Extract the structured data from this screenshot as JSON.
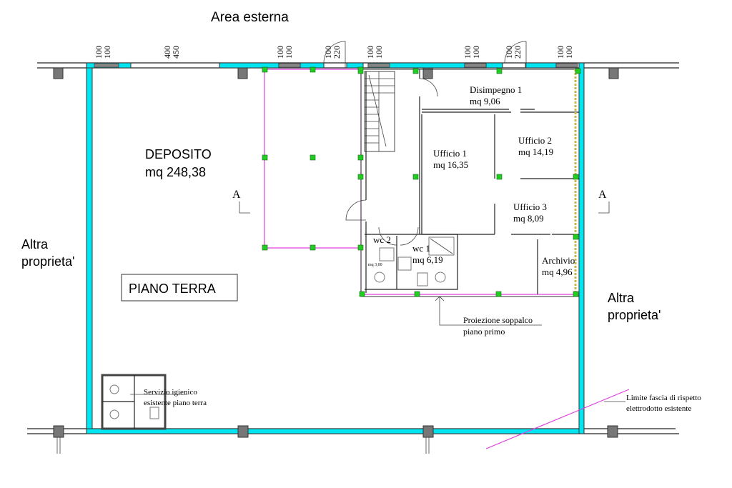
{
  "plan": {
    "top_label": "Area esterna",
    "left_neighbor": [
      "Altra",
      "proprieta'"
    ],
    "right_neighbor": [
      "Altra",
      "proprieta'"
    ],
    "floor_label": "PIANO TERRA",
    "section_marker": "A",
    "dimensions": [
      [
        "100",
        "100"
      ],
      [
        "400",
        "450"
      ],
      [
        "100",
        "100"
      ],
      [
        "100",
        "220"
      ],
      [
        "100",
        "100"
      ],
      [
        "100",
        "100"
      ],
      [
        "100",
        "220"
      ],
      [
        "100",
        "100"
      ]
    ],
    "rooms": {
      "deposito": {
        "name": "DEPOSITO",
        "area": "mq 248,38"
      },
      "disimpegno": {
        "name": "Disimpegno 1",
        "area": "mq 9,06"
      },
      "ufficio1": {
        "name": "Ufficio 1",
        "area": "mq 16,35"
      },
      "ufficio2": {
        "name": "Ufficio 2",
        "area": "mq 14,19"
      },
      "ufficio3": {
        "name": "Ufficio 3",
        "area": "mq 8,09"
      },
      "wc2": {
        "name": "wc 2",
        "area": "mq 3,00"
      },
      "wc1": {
        "name": "wc 1",
        "area": "mq 6,19"
      },
      "archivio": {
        "name": "Archivio",
        "area": "mq 4,96"
      }
    },
    "notes": {
      "soppalco": [
        "Proiezione soppalco",
        "piano primo"
      ],
      "servizio": [
        "Servizio igienico",
        "esistente piano terra"
      ],
      "limite": [
        "Limite fascia di rispetto",
        "elettrodotto esistente"
      ]
    },
    "colors": {
      "wall": "#00e5f0",
      "projection": "#e040e0",
      "column": "#22cc22",
      "pillar": "#777777"
    }
  }
}
